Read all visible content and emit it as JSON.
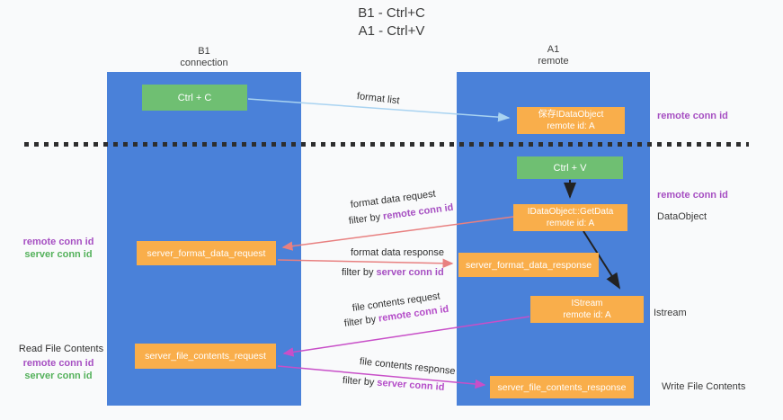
{
  "title": {
    "line1": "B1 - Ctrl+C",
    "line2": "A1 - Ctrl+V"
  },
  "columns": {
    "left": {
      "name": "B1",
      "role": "connection"
    },
    "right": {
      "name": "A1",
      "role": "remote"
    }
  },
  "boxes": {
    "ctrl_c": "Ctrl + C",
    "ctrl_v": "Ctrl + V",
    "save_dataobject": {
      "line1": "保存IDataObject",
      "line2": "remote id: A"
    },
    "getdata": {
      "line1": "IDataObject::GetData",
      "line2": "remote id: A"
    },
    "istream": {
      "line1": "IStream",
      "line2": "remote id: A"
    },
    "format_request": "server_format_data_request",
    "format_response": "server_format_data_response",
    "file_request": "server_file_contents_request",
    "file_response": "server_file_contents_response"
  },
  "arrow_labels": {
    "format_list": "format list",
    "format_request": {
      "line1": "format data request",
      "prefix": "filter by",
      "key": "remote conn id"
    },
    "format_response": {
      "line1": "format data response",
      "prefix": "filter by",
      "key": "server conn id"
    },
    "file_request": {
      "line1": "file contents request",
      "prefix": "filter by",
      "key": "remote conn id"
    },
    "file_response": {
      "line1": "file contents response",
      "prefix": "filter by",
      "key": "server conn id"
    }
  },
  "side_labels": {
    "right_top_conn_id": "remote conn id",
    "right_mid_conn_id": "remote conn id",
    "dataobject": "DataObject",
    "istream": "Istream",
    "write_file": "Write File Contents",
    "read_file": "Read File Contents",
    "left_format": {
      "remote": "remote conn id",
      "server": "server conn id"
    },
    "left_file": {
      "remote": "remote conn id",
      "server": "server conn id"
    }
  },
  "colors": {
    "column_blue": "#4a81d9",
    "box_orange": "#f9ae4b",
    "box_green": "#6fbf72",
    "arrow_lightblue": "#a9d3f1",
    "arrow_salmon": "#e88080",
    "arrow_magenta": "#c84fc8",
    "arrow_black": "#222222",
    "label_purple": "#a64fc2",
    "label_green": "#54b15b",
    "background": "#f9fafb"
  }
}
